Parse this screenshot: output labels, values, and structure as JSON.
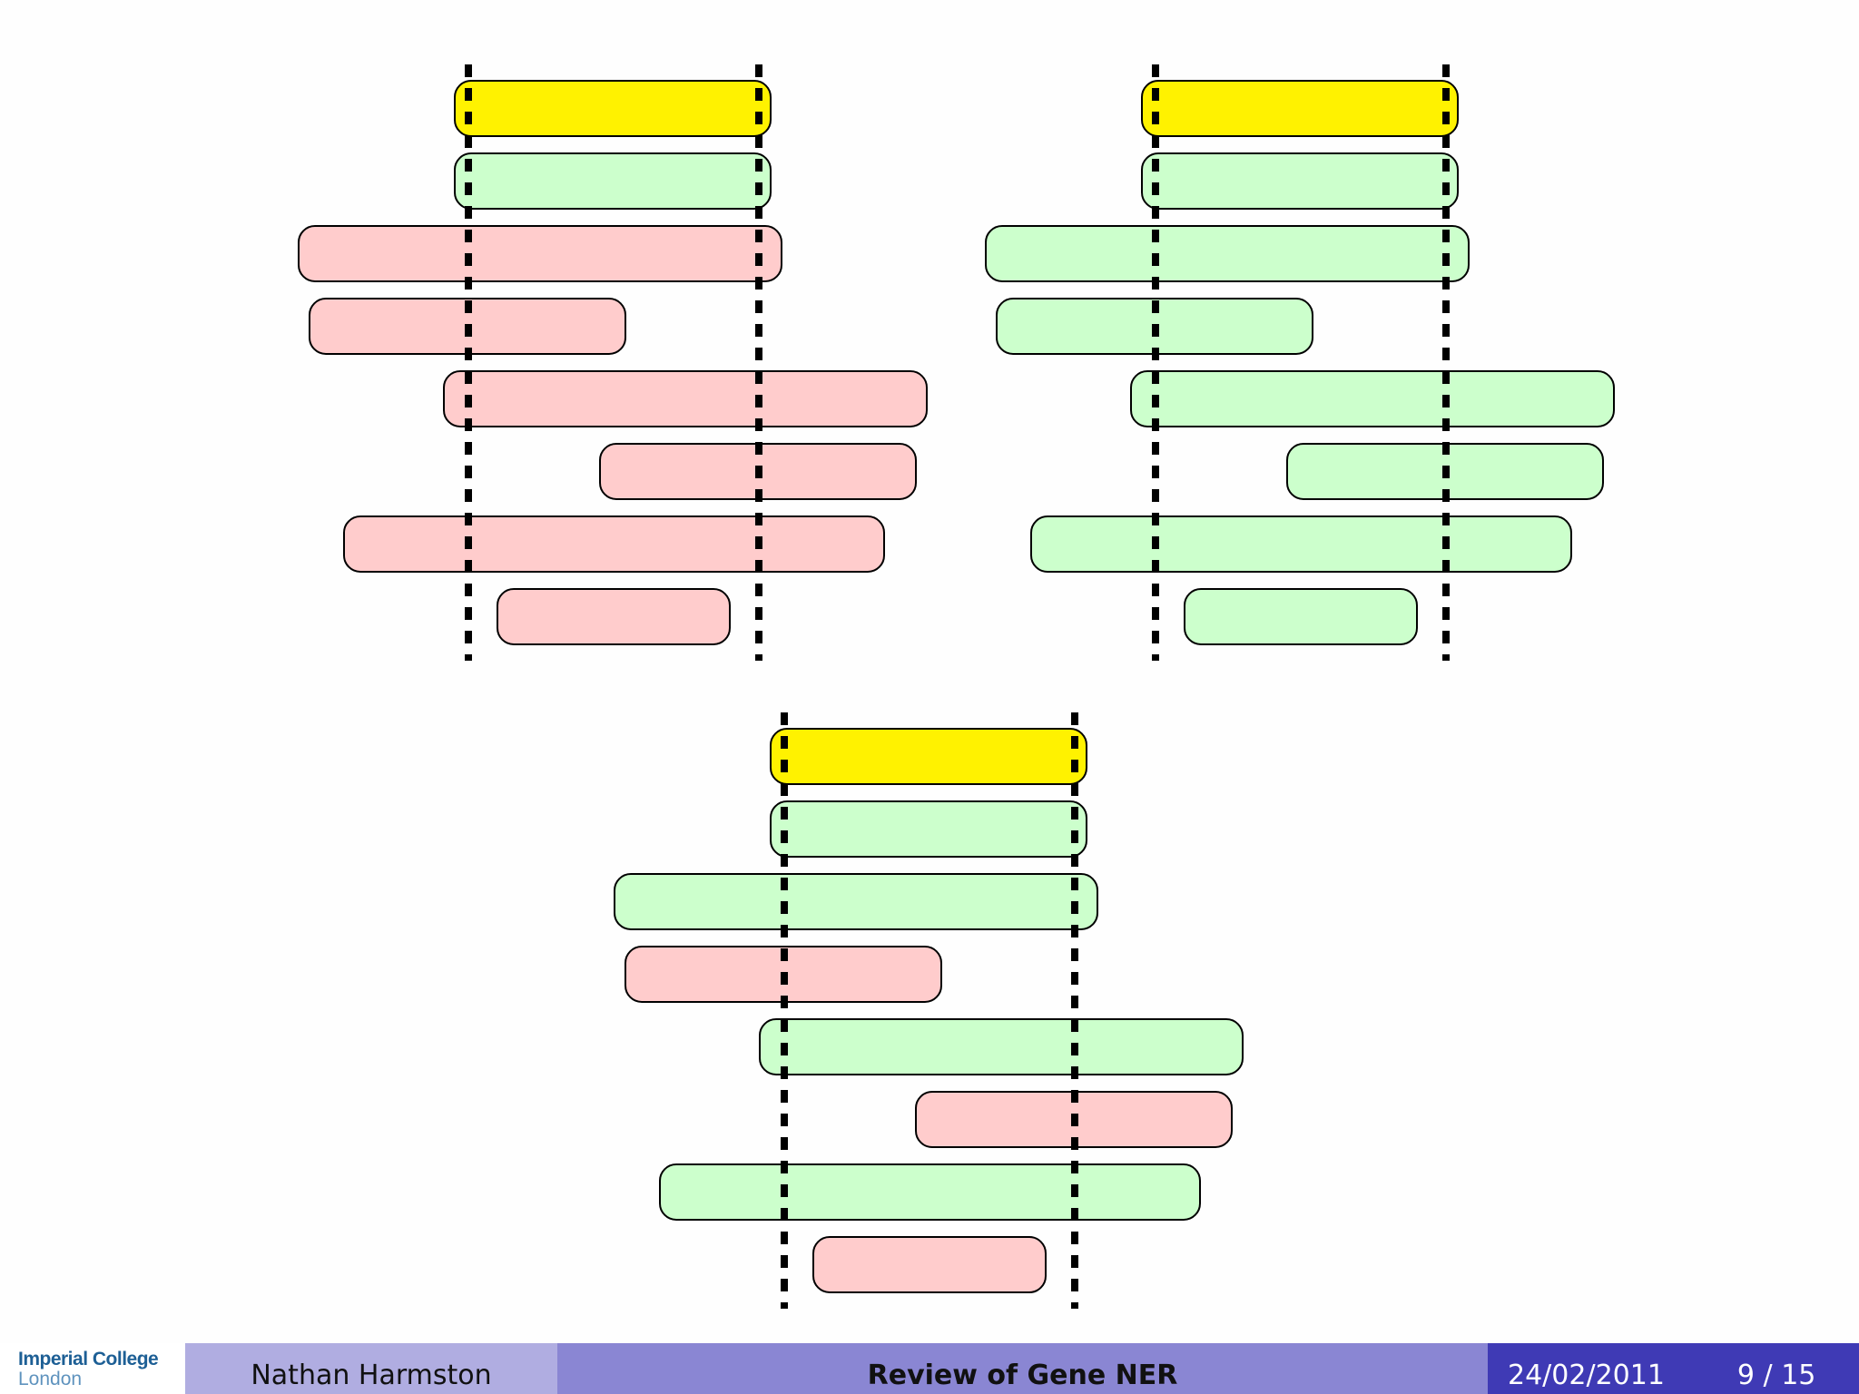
{
  "colors": {
    "highlight": "#fff200",
    "match": "#ccffcc",
    "nomatch": "#ffcccc",
    "outline": "#000000"
  },
  "diagrams": [
    {
      "name": "top-left",
      "rows": [
        "highlight",
        "match",
        "nomatch",
        "nomatch",
        "nomatch",
        "nomatch",
        "nomatch",
        "nomatch"
      ]
    },
    {
      "name": "top-right",
      "rows": [
        "highlight",
        "match",
        "match",
        "match",
        "match",
        "match",
        "match",
        "match"
      ]
    },
    {
      "name": "bottom",
      "rows": [
        "highlight",
        "match",
        "match",
        "nomatch",
        "match",
        "nomatch",
        "match",
        "nomatch"
      ]
    }
  ],
  "footer": {
    "logo_line1": "Imperial College",
    "logo_line2": "London",
    "author": "Nathan Harmston",
    "title": "Review of Gene NER",
    "date": "24/02/2011",
    "page": "9 / 15"
  }
}
